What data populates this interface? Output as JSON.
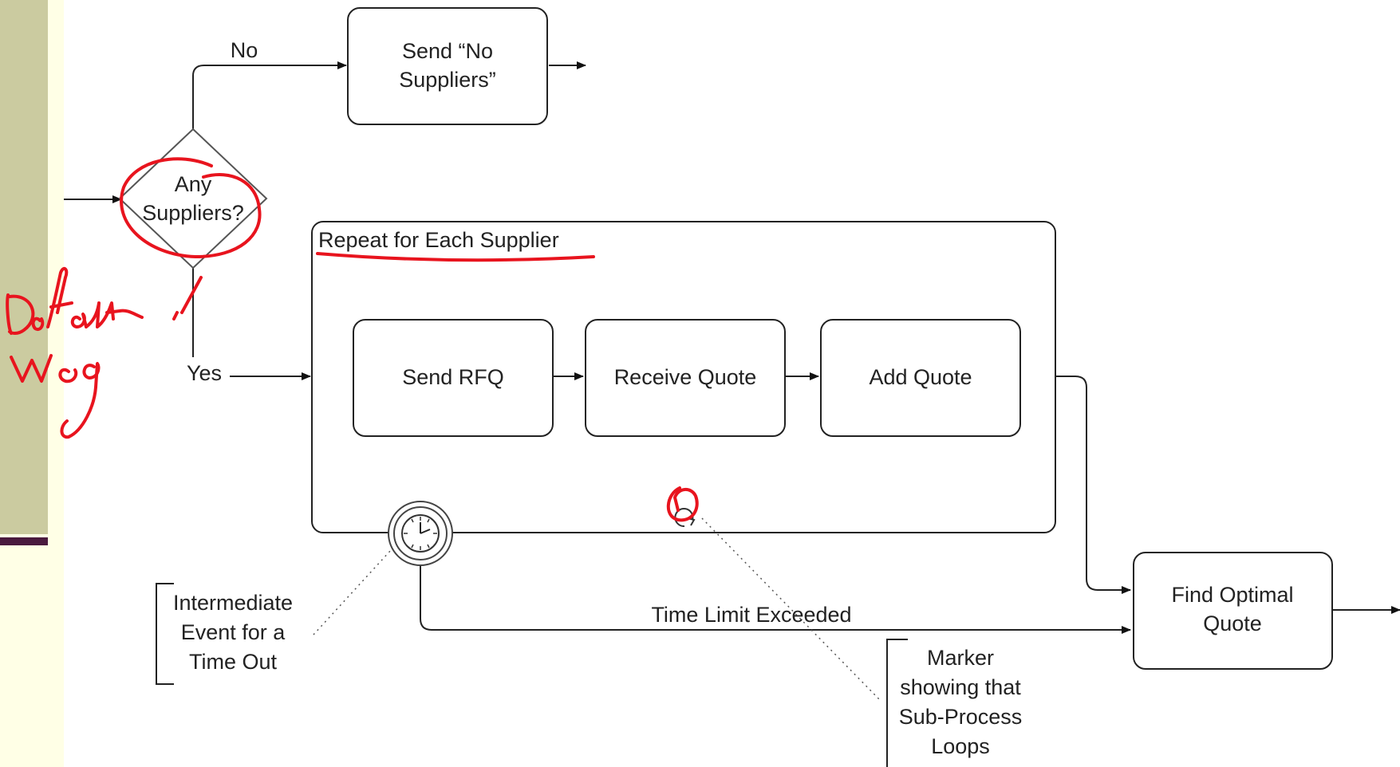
{
  "gateway": {
    "label_line1": "Any",
    "label_line2": "Suppliers?"
  },
  "branches": {
    "no_label": "No",
    "yes_label": "Yes"
  },
  "tasks": {
    "send_no_suppliers": {
      "line1": "Send “No",
      "line2": "Suppliers”"
    },
    "send_rfq": "Send RFQ",
    "receive_quote": "Receive Quote",
    "add_quote": "Add Quote",
    "find_optimal": {
      "line1": "Find Optimal",
      "line2": "Quote"
    }
  },
  "subprocess": {
    "title": "Repeat for Each Supplier"
  },
  "flows": {
    "time_limit_label": "Time Limit Exceeded"
  },
  "annotations": {
    "timer_event": {
      "line1": "Intermediate",
      "line2": "Event for a",
      "line3": "Time Out"
    },
    "loop_marker": {
      "line1": "Marker",
      "line2": "showing that",
      "line3": "Sub-Process",
      "line4": "Loops"
    }
  },
  "handwritten_note": "Default-Weg",
  "colors": {
    "ink": "#222222",
    "red_ink": "#e8141e",
    "sidebar": "#cbcba0",
    "sidebar_rule": "#4a1a3e",
    "background": "#ffffe6"
  }
}
